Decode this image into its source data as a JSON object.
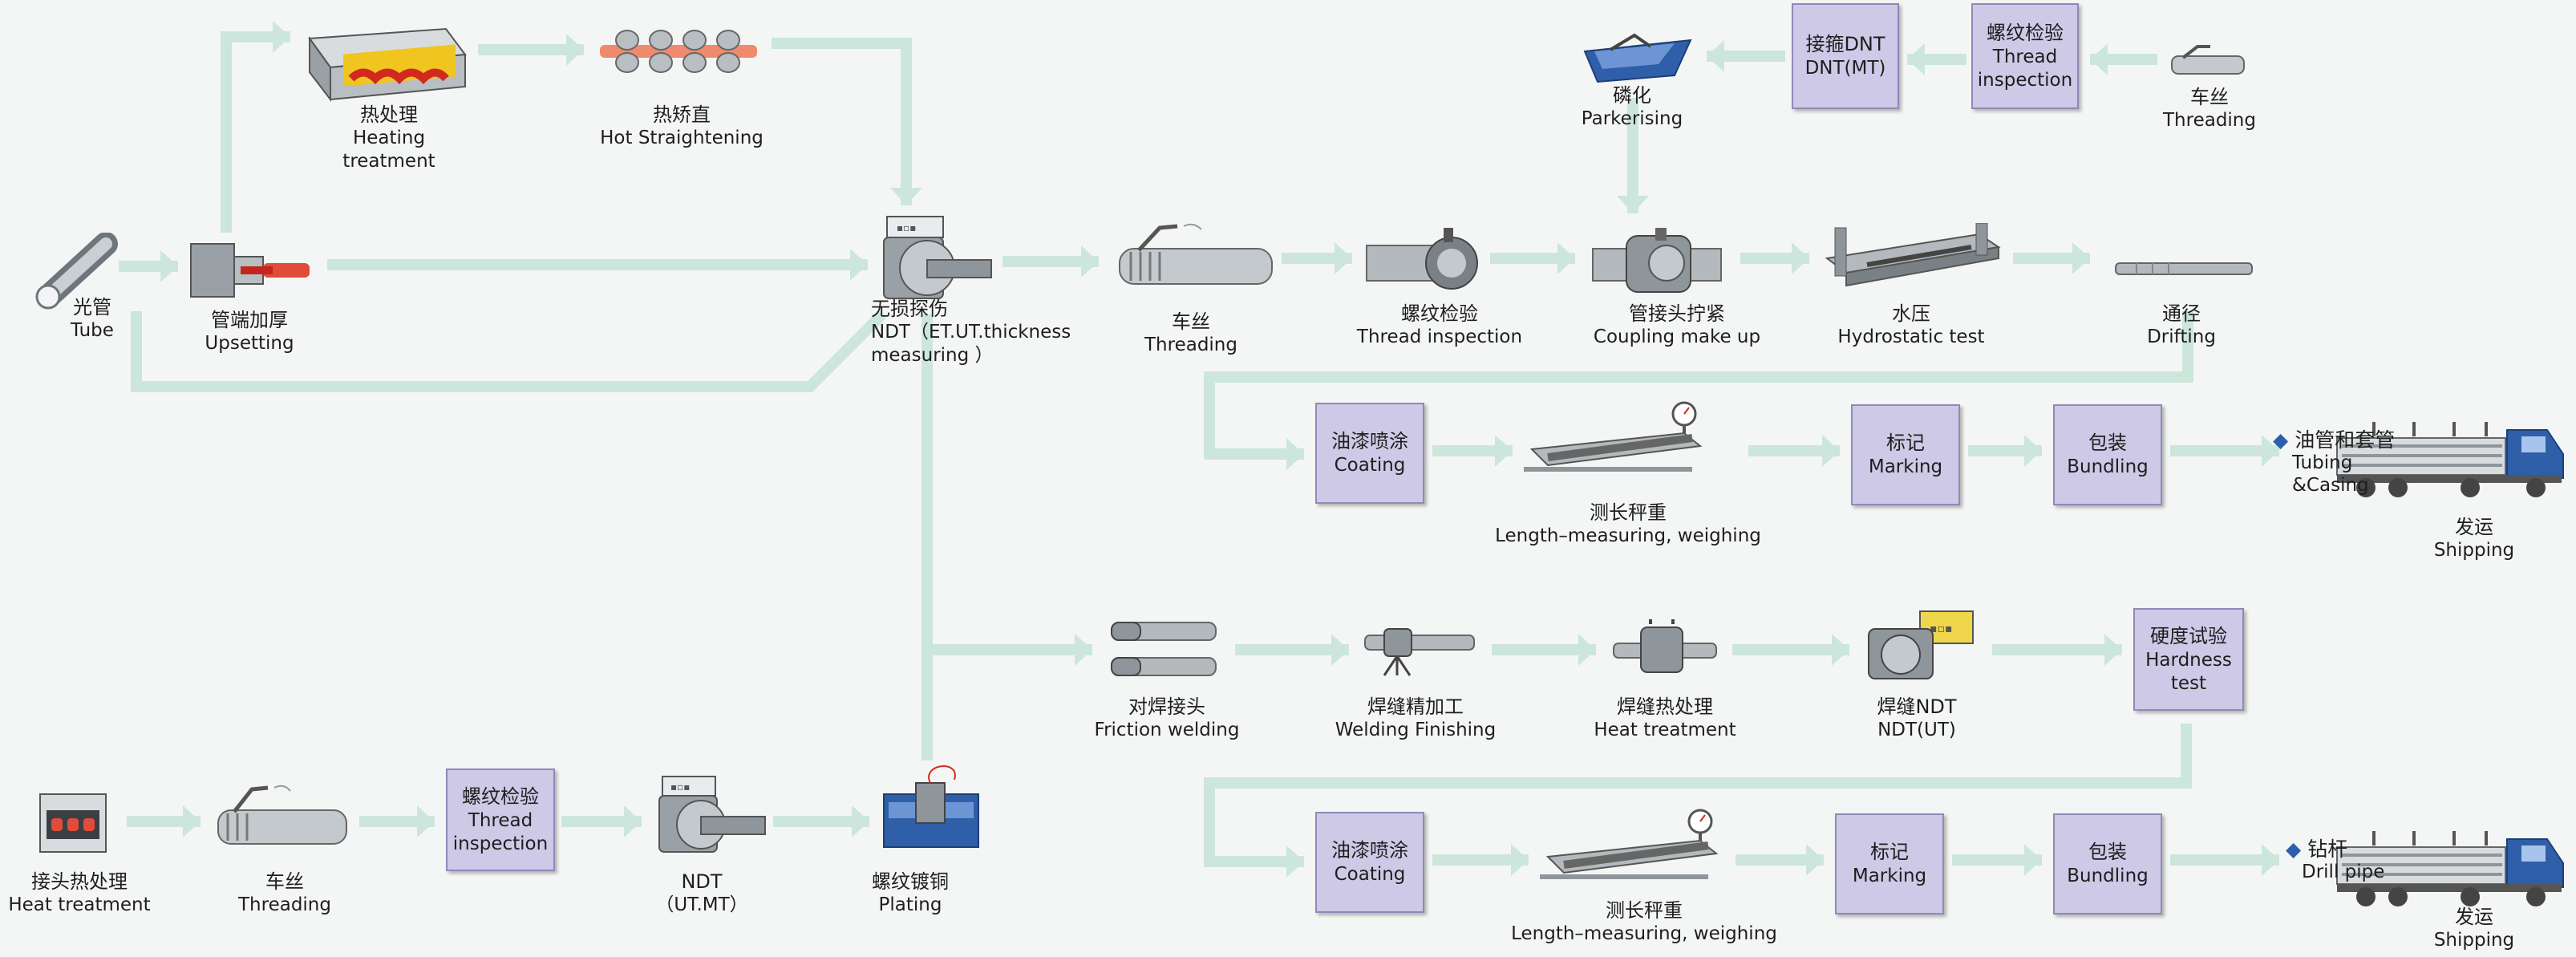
{
  "colors": {
    "arrow": "#cce6dc",
    "box_fill": "#cdc9e6",
    "box_border": "#8f8ab8",
    "metal": "#8f969b",
    "accent_red": "#e04b3a",
    "blue": "#2f5fa8"
  },
  "top": {
    "heating": {
      "zh": "热处理",
      "en": "Heating treatment"
    },
    "straightening": {
      "zh": "热矫直",
      "en": "Hot Straightening"
    },
    "parkerising": {
      "zh": "磷化",
      "en": "Parkerising"
    },
    "dnt_box": {
      "zh": "接箍DNT",
      "en": "DNT(MT)"
    },
    "thread_inspection_box": {
      "zh": "螺纹检验",
      "en1": "Thread",
      "en2": "inspection"
    },
    "threading": {
      "zh": "车丝",
      "en": "Threading"
    }
  },
  "main": {
    "tube": {
      "zh": "光管",
      "en": "Tube"
    },
    "upsetting": {
      "zh": "管端加厚",
      "en": "Upsetting"
    },
    "ndt": {
      "zh": "无损探伤",
      "en1": "NDT（ET.UT.thickness",
      "en2": "measuring ）"
    },
    "threading": {
      "zh": "车丝",
      "en": "Threading"
    },
    "thread_inspection": {
      "zh": "螺纹检验",
      "en": "Thread inspection"
    },
    "coupling": {
      "zh": "管接头拧紧",
      "en": "Coupling make up"
    },
    "hydrostatic": {
      "zh": "水压",
      "en": "Hydrostatic test"
    },
    "drifting": {
      "zh": "通径",
      "en": "Drifting"
    }
  },
  "row2": {
    "coating": {
      "zh": "油漆喷涂",
      "en": "Coating"
    },
    "measuring": {
      "zh": "测长秤重",
      "en": "Length–measuring, weighing"
    },
    "marking": {
      "zh": "标记",
      "en": "Marking"
    },
    "bundling": {
      "zh": "包装",
      "en": "Bundling"
    },
    "product": {
      "zh": "油管和套管",
      "en1": "Tubing",
      "en2": "&Casing"
    },
    "shipping": {
      "zh": "发运",
      "en": "Shipping"
    }
  },
  "row3": {
    "friction": {
      "zh": "对焊接头",
      "en": "Friction welding"
    },
    "finishing": {
      "zh": "焊缝精加工",
      "en": "Welding Finishing"
    },
    "heat": {
      "zh": "焊缝热处理",
      "en": "Heat treatment"
    },
    "ndt": {
      "zh": "焊缝NDT",
      "en": "NDT(UT)"
    },
    "hardness": {
      "zh": "硬度试验",
      "en1": "Hardness",
      "en2": "test"
    }
  },
  "row4": {
    "coating": {
      "zh": "油漆喷涂",
      "en": "Coating"
    },
    "measuring": {
      "zh": "测长秤重",
      "en": "Length–measuring, weighing"
    },
    "marking": {
      "zh": "标记",
      "en": "Marking"
    },
    "bundling": {
      "zh": "包装",
      "en": "Bundling"
    },
    "product": {
      "zh": "钻杆",
      "en": "Drill pipe"
    },
    "shipping": {
      "zh": "发运",
      "en": "Shipping"
    }
  },
  "bottom": {
    "heat": {
      "zh": "接头热处理",
      "en": "Heat treatment"
    },
    "threading": {
      "zh": "车丝",
      "en": "Threading"
    },
    "inspection_box": {
      "zh": "螺纹检验",
      "en1": "Thread",
      "en2": "inspection"
    },
    "ndt": {
      "zh": "NDT",
      "en": "（UT.MT）"
    },
    "plating": {
      "zh": "螺纹镀铜",
      "en": "Plating"
    }
  }
}
